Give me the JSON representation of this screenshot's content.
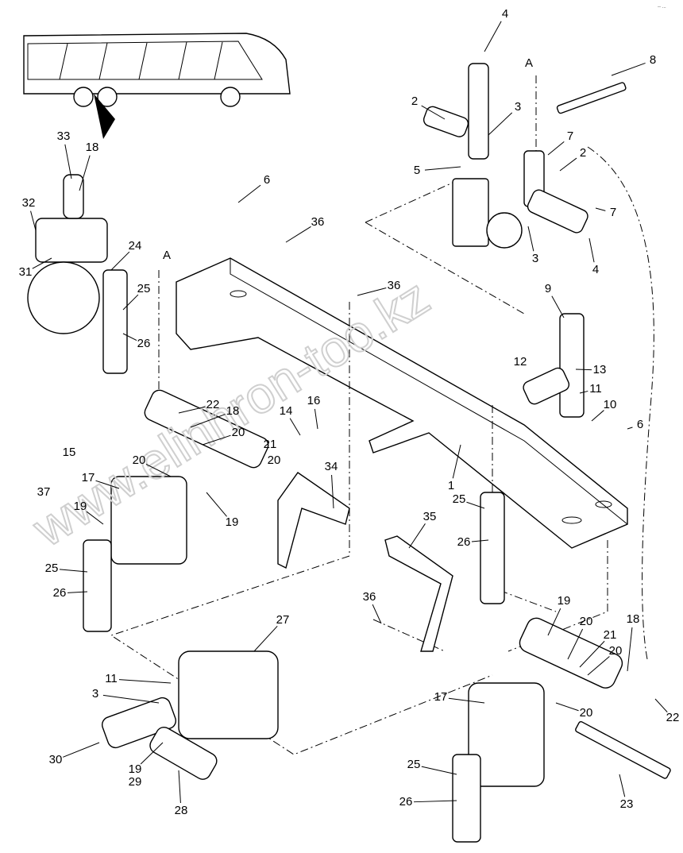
{
  "diagram": {
    "corner_mark": "-- ...",
    "watermark": "www.elinhron-too.kz",
    "callouts": [
      "4",
      "8",
      "A",
      "2",
      "3",
      "7",
      "2",
      "5",
      "7",
      "3",
      "4",
      "33",
      "18",
      "6",
      "32",
      "36",
      "24",
      "31",
      "A",
      "25",
      "36",
      "26",
      "9",
      "13",
      "12",
      "11",
      "10",
      "6",
      "22",
      "18",
      "14",
      "16",
      "20",
      "21",
      "20",
      "37",
      "15",
      "20",
      "17",
      "34",
      "19",
      "19",
      "1",
      "25",
      "35",
      "26",
      "25",
      "26",
      "36",
      "19",
      "27",
      "20",
      "21",
      "20",
      "18",
      "11",
      "3",
      "17",
      "20",
      "22",
      "30",
      "19",
      "29",
      "28",
      "25",
      "26",
      "23"
    ]
  }
}
